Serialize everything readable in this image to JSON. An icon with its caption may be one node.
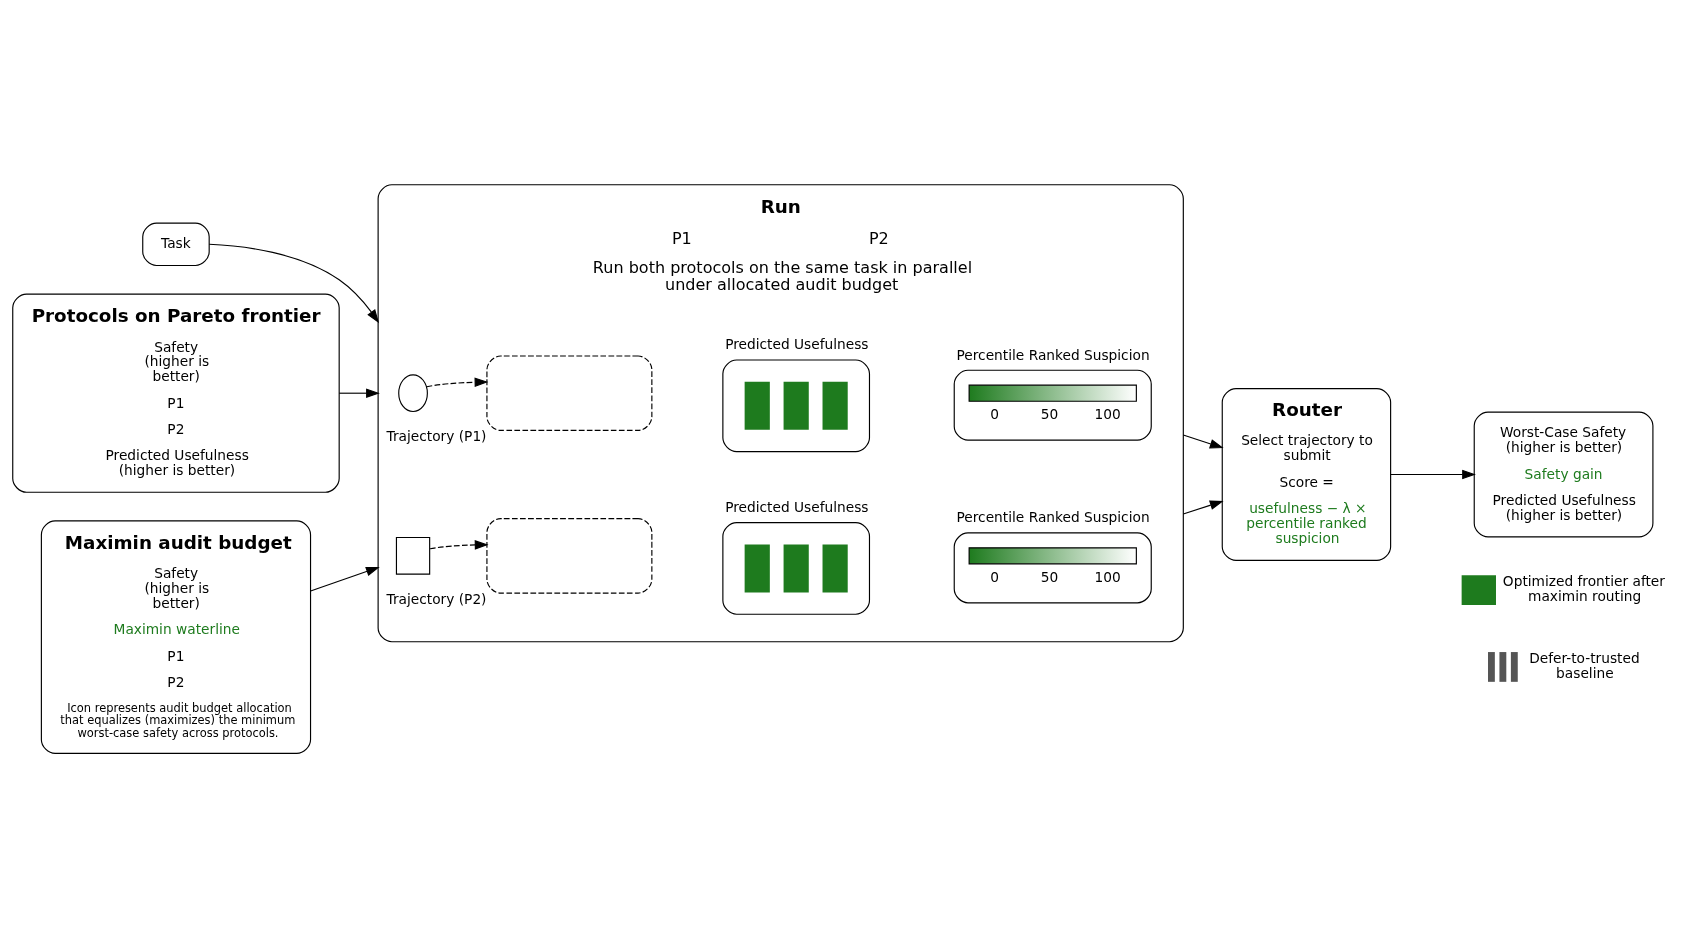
{
  "diagram": {
    "nodes": [
      {
        "text": [
          "Task"
        ]
      },
      {
        "text": [
          "Protocols on Pareto frontier",
          "Safety (higher is better)",
          "P1",
          "P2",
          "Predicted Usefulness (higher is better)"
        ]
      },
      {
        "text": [
          "Maximin audit budget",
          "Safety (higher is better)",
          "Maximin waterline",
          "P1",
          "P2",
          "Icon represents audit budget allocation that equalizes (maximizes) the minimum worst-case safety across protocols."
        ]
      },
      {
        "text": [
          "Run",
          "P1",
          "P2",
          "Run both protocols on the same task in parallel under allocated audit budget"
        ]
      },
      {
        "text": [],
        "shape": "circle",
        "in": 3
      },
      {
        "text": [],
        "shape": "box",
        "in": 3,
        "beside": [
          "Trajectory (P1)"
        ]
      },
      {
        "text": [
          "Predicted Usefulness"
        ],
        "in": 3
      },
      {
        "text": [
          "Percentile Ranked Suspicion",
          "0",
          "50",
          "100"
        ],
        "in": 3
      },
      {
        "text": [],
        "shape": "box",
        "in": 3
      },
      {
        "text": [],
        "shape": "box",
        "in": 3,
        "beside": [
          "Trajectory (P2)"
        ]
      },
      {
        "text": [
          "Predicted Usefulness"
        ],
        "in": 3
      },
      {
        "text": [
          "Percentile Ranked Suspicion",
          "0",
          "50",
          "100"
        ],
        "in": 3
      },
      {
        "text": [
          "Router",
          "Select trajectory to submit",
          "Score =",
          "usefulness − λ × percentile ranked suspicion"
        ]
      },
      {
        "text": [
          "Worst-Case Safety (higher is better)",
          "Safety gain",
          "Predicted Usefulness (higher is better)"
        ]
      }
    ],
    "edges": [
      {
        "from": 0,
        "to": 3,
        "arrow": "to"
      },
      {
        "from": 1,
        "to": 3,
        "arrow": "to"
      },
      {
        "from": 2,
        "to": 3,
        "arrow": "to"
      },
      {
        "from": 4,
        "to": 5,
        "arrow": "to",
        "style": "dashed"
      },
      {
        "from": 8,
        "to": 9,
        "arrow": "to",
        "style": "dashed"
      },
      {
        "from": 3,
        "to": 12,
        "arrow": "to"
      },
      {
        "from": 3,
        "to": 12,
        "arrow": "to"
      },
      {
        "from": 12,
        "to": 13,
        "arrow": "to"
      }
    ],
    "legend": [
      {
        "text": "Optimized frontier after maximin routing"
      },
      {
        "text": "Defer-to-trusted baseline"
      }
    ]
  }
}
